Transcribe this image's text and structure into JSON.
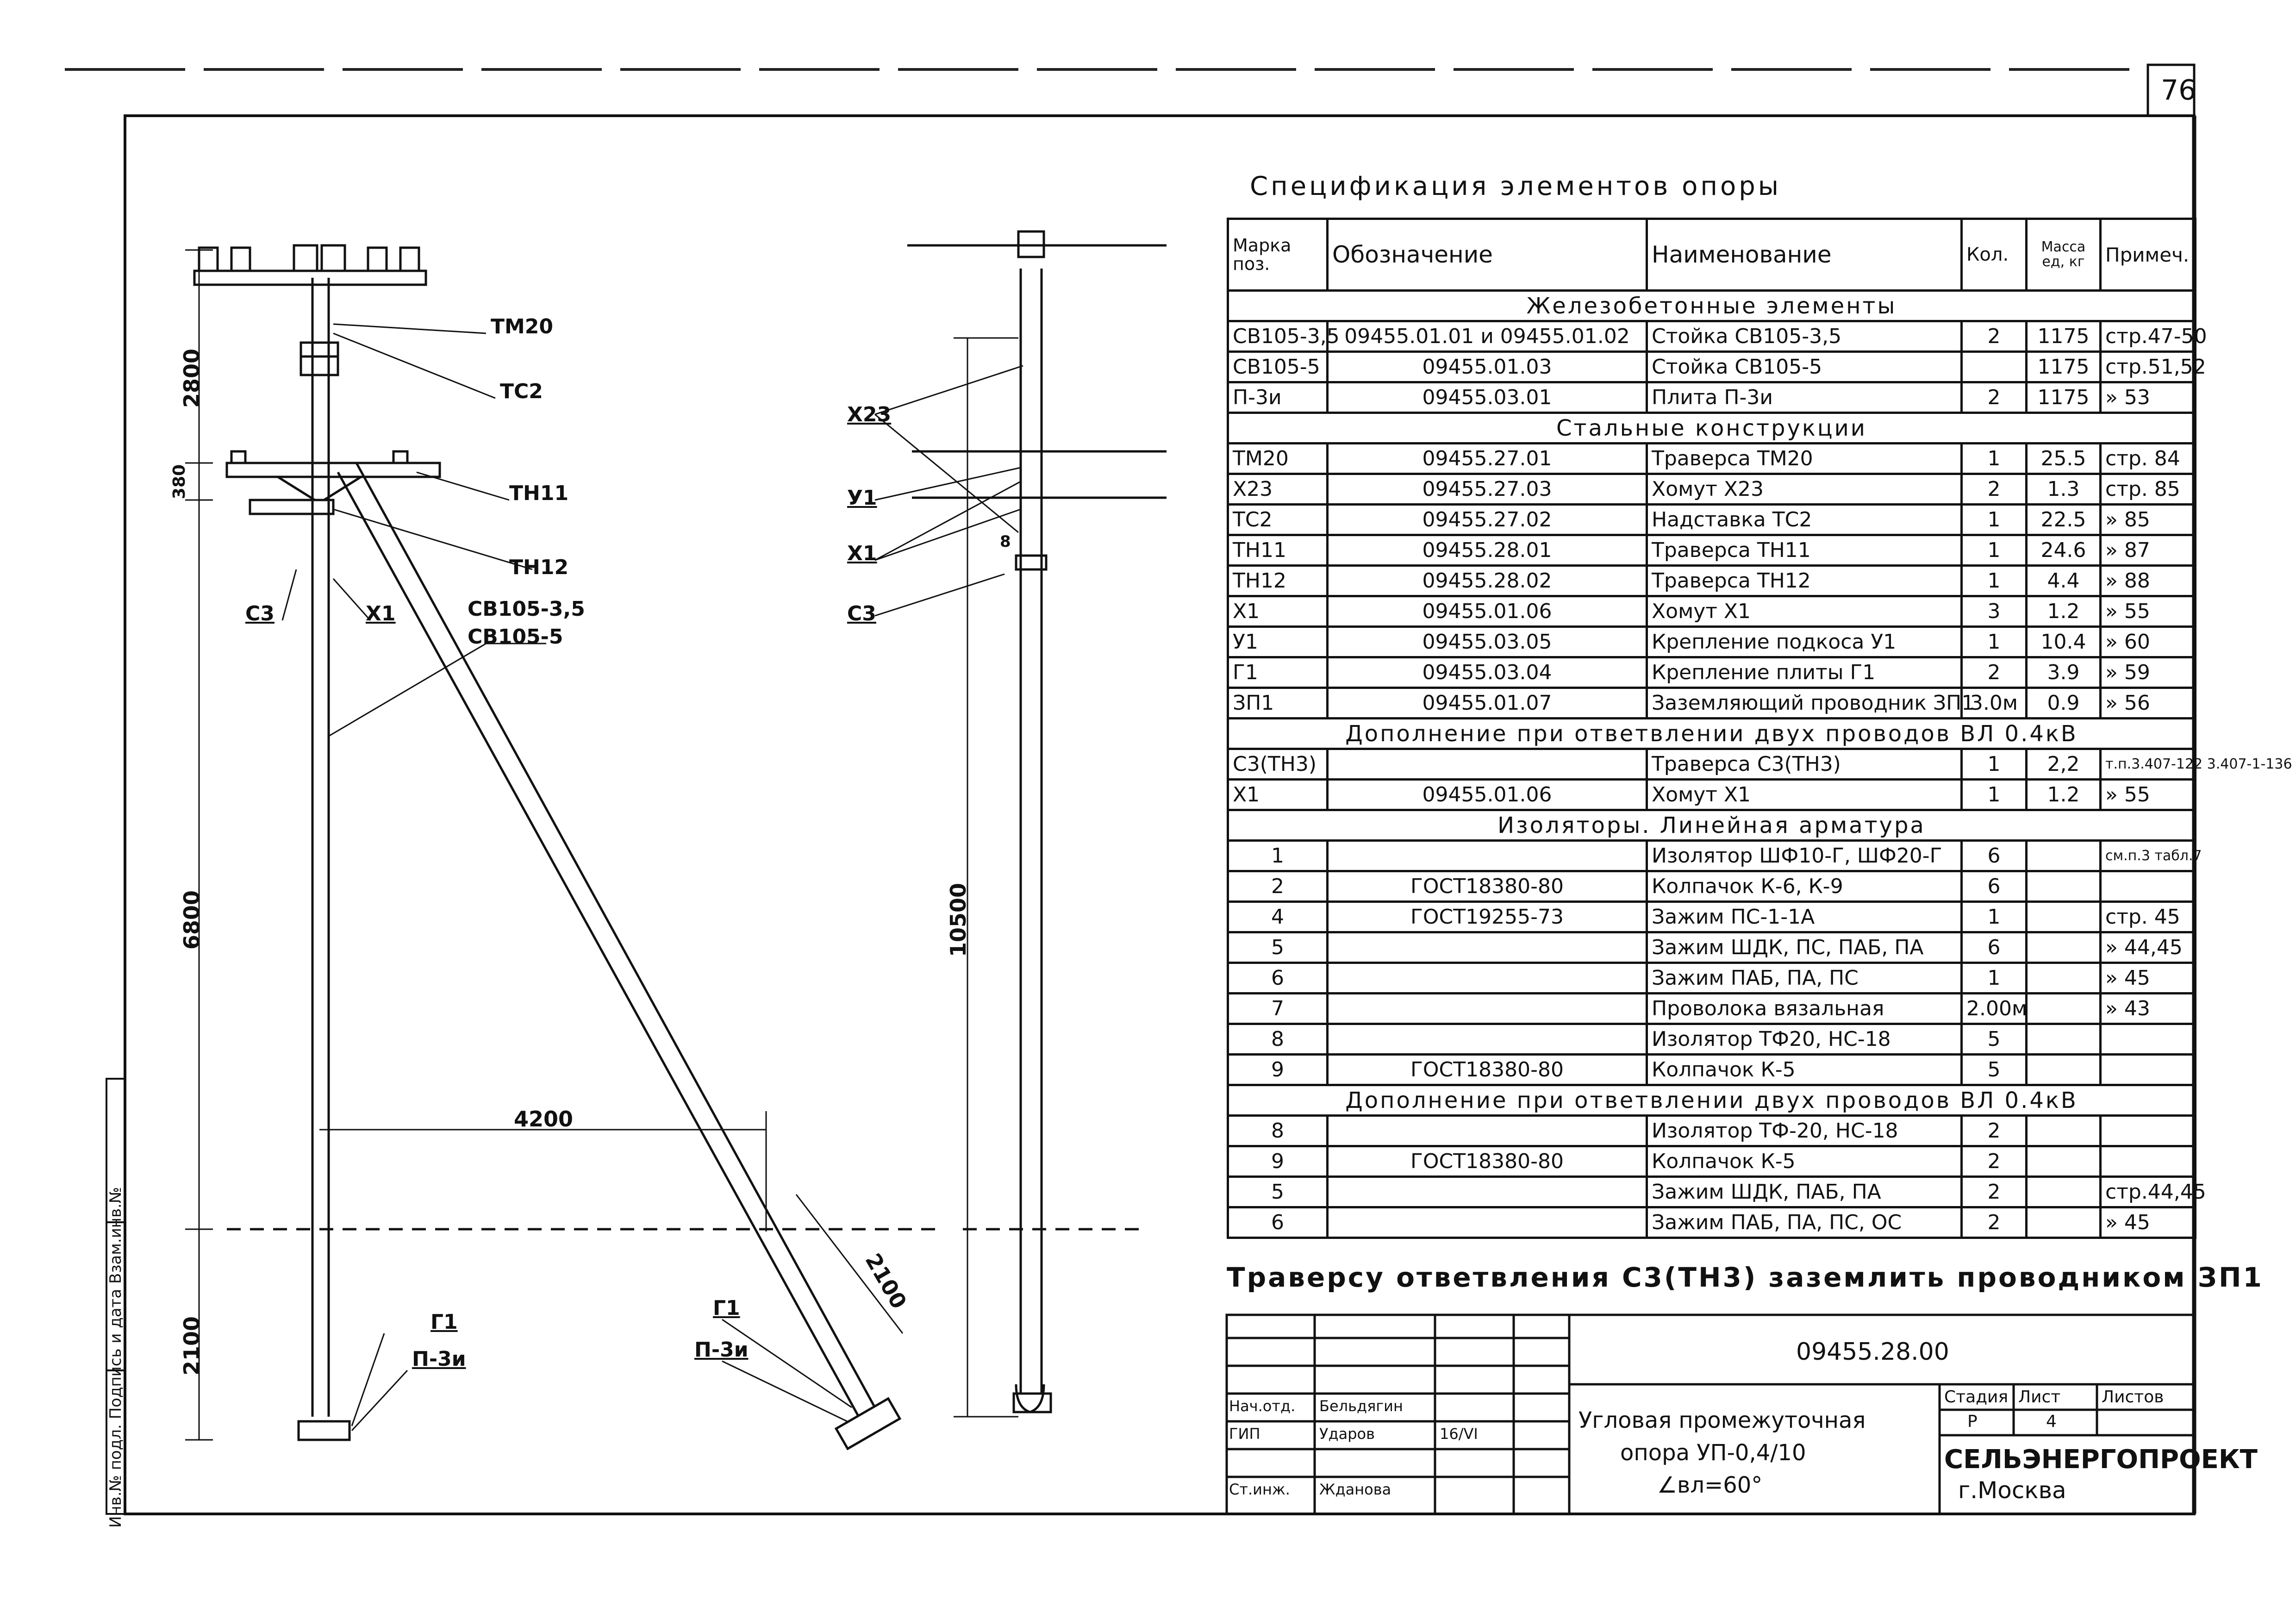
{
  "page_number": "76",
  "spec": {
    "title": "Спецификация элементов опоры",
    "headers": [
      "Марка поз.",
      "Обозначение",
      "Наименование",
      "Кол.",
      "Масса ед, кг",
      "Примеч."
    ],
    "sections": [
      {
        "title": "Железобетонные элементы",
        "rows": [
          [
            "СВ105-3,5",
            "09455.01.01 и 09455.01.02",
            "Стойка СВ105-3,5",
            "2",
            "1175",
            "стр.47-50"
          ],
          [
            "СВ105-5",
            "09455.01.03",
            "Стойка СВ105-5",
            "",
            "1175",
            "стр.51,52"
          ],
          [
            "П-3и",
            "09455.03.01",
            "Плита П-3и",
            "2",
            "1175",
            "» 53"
          ]
        ]
      },
      {
        "title": "Стальные конструкции",
        "rows": [
          [
            "ТМ20",
            "09455.27.01",
            "Траверса ТМ20",
            "1",
            "25.5",
            "стр. 84"
          ],
          [
            "Х23",
            "09455.27.03",
            "Хомут Х23",
            "2",
            "1.3",
            "стр. 85"
          ],
          [
            "ТС2",
            "09455.27.02",
            "Надставка ТС2",
            "1",
            "22.5",
            "» 85"
          ],
          [
            "ТН11",
            "09455.28.01",
            "Траверса ТН11",
            "1",
            "24.6",
            "» 87"
          ],
          [
            "ТН12",
            "09455.28.02",
            "Траверса ТН12",
            "1",
            "4.4",
            "» 88"
          ],
          [
            "Х1",
            "09455.01.06",
            "Хомут Х1",
            "3",
            "1.2",
            "» 55"
          ],
          [
            "У1",
            "09455.03.05",
            "Крепление подкоса У1",
            "1",
            "10.4",
            "» 60"
          ],
          [
            "Г1",
            "09455.03.04",
            "Крепление плиты Г1",
            "2",
            "3.9",
            "» 59"
          ],
          [
            "ЗП1",
            "09455.01.07",
            "Заземляющий проводник ЗП1",
            "3.0м",
            "0.9",
            "» 56"
          ]
        ]
      },
      {
        "title": "Дополнение при ответвлении двух проводов ВЛ 0.4кВ",
        "rows": [
          [
            "С3(ТН3)",
            "",
            "Траверса С3(ТН3)",
            "1",
            "2,2",
            "т.п.3.407-122 3.407-1-136"
          ],
          [
            "Х1",
            "09455.01.06",
            "Хомут Х1",
            "1",
            "1.2",
            "» 55"
          ]
        ]
      },
      {
        "title": "Изоляторы. Линейная арматура",
        "rows": [
          [
            "1",
            "",
            "Изолятор ШФ10-Г, ШФ20-Г",
            "6",
            "",
            "см.п.3 табл.7"
          ],
          [
            "2",
            "ГОСТ18380-80",
            "Колпачок К-6, К-9",
            "6",
            "",
            ""
          ],
          [
            "4",
            "ГОСТ19255-73",
            "Зажим ПС-1-1А",
            "1",
            "",
            "стр. 45"
          ],
          [
            "5",
            "",
            "Зажим ШДК, ПС, ПАБ, ПА",
            "6",
            "",
            "» 44,45"
          ],
          [
            "6",
            "",
            "Зажим ПАБ, ПА, ПС",
            "1",
            "",
            "» 45"
          ],
          [
            "7",
            "",
            "Проволока вязальная",
            "2.00м",
            "",
            "» 43"
          ],
          [
            "8",
            "",
            "Изолятор ТФ20, НС-18",
            "5",
            "",
            ""
          ],
          [
            "9",
            "ГОСТ18380-80",
            "Колпачок К-5",
            "5",
            "",
            ""
          ]
        ]
      },
      {
        "title": "Дополнение при ответвлении двух проводов ВЛ 0.4кВ",
        "rows": [
          [
            "8",
            "",
            "Изолятор ТФ-20, НС-18",
            "2",
            "",
            ""
          ],
          [
            "9",
            "ГОСТ18380-80",
            "Колпачок К-5",
            "2",
            "",
            ""
          ],
          [
            "5",
            "",
            "Зажим ШДК, ПАБ, ПА",
            "2",
            "",
            "стр.44,45"
          ],
          [
            "6",
            "",
            "Зажим ПАБ, ПА, ПС, ОС",
            "2",
            "",
            "» 45"
          ]
        ]
      }
    ]
  },
  "note": "Траверсу ответвления С3(ТН3) заземлить проводником ЗП1",
  "drawing": {
    "dims": {
      "d2800": "2800",
      "d380": "380",
      "d6800": "6800",
      "d2100": "2100",
      "d4200": "4200",
      "d10500": "10500",
      "d2100b": "2100"
    },
    "labels": {
      "tm20": "ТМ20",
      "tc2": "ТС2",
      "tn11": "ТН11",
      "tn12": "ТН12",
      "sv35": "СВ105-3,5",
      "sv5": "СВ105-5",
      "c3": "С3",
      "x1": "Х1",
      "g1": "Г1",
      "p3": "П-3и",
      "g1b": "Г1",
      "p3b": "П-3и",
      "x23": "Х23",
      "y1": "У1",
      "x1b": "Х1",
      "c3b": "С3",
      "eight": "8"
    }
  },
  "title_block": {
    "code": "09455.28.00",
    "name_line1": "Угловая промежуточная",
    "name_line2": "опора УП-0,4/10",
    "name_line3": "∠вл=60°",
    "stage_label": "Стадия",
    "sheet_label": "Лист",
    "sheets_label": "Листов",
    "stage": "Р",
    "sheet": "4",
    "org1": "СЕЛЬЭНЕРГОПРОЕКТ",
    "org2": "г.Москва",
    "roles": [
      {
        "role": "Нач.отд.",
        "name": "Бельдягин"
      },
      {
        "role": "ГИП",
        "name": "Ударов"
      },
      {
        "role": "Ст.инж.",
        "name": "Жданова"
      }
    ],
    "date": "16/VI"
  },
  "side_stamp": "Инв.№ подл.  Подпись и дата  Взам.инв.№"
}
